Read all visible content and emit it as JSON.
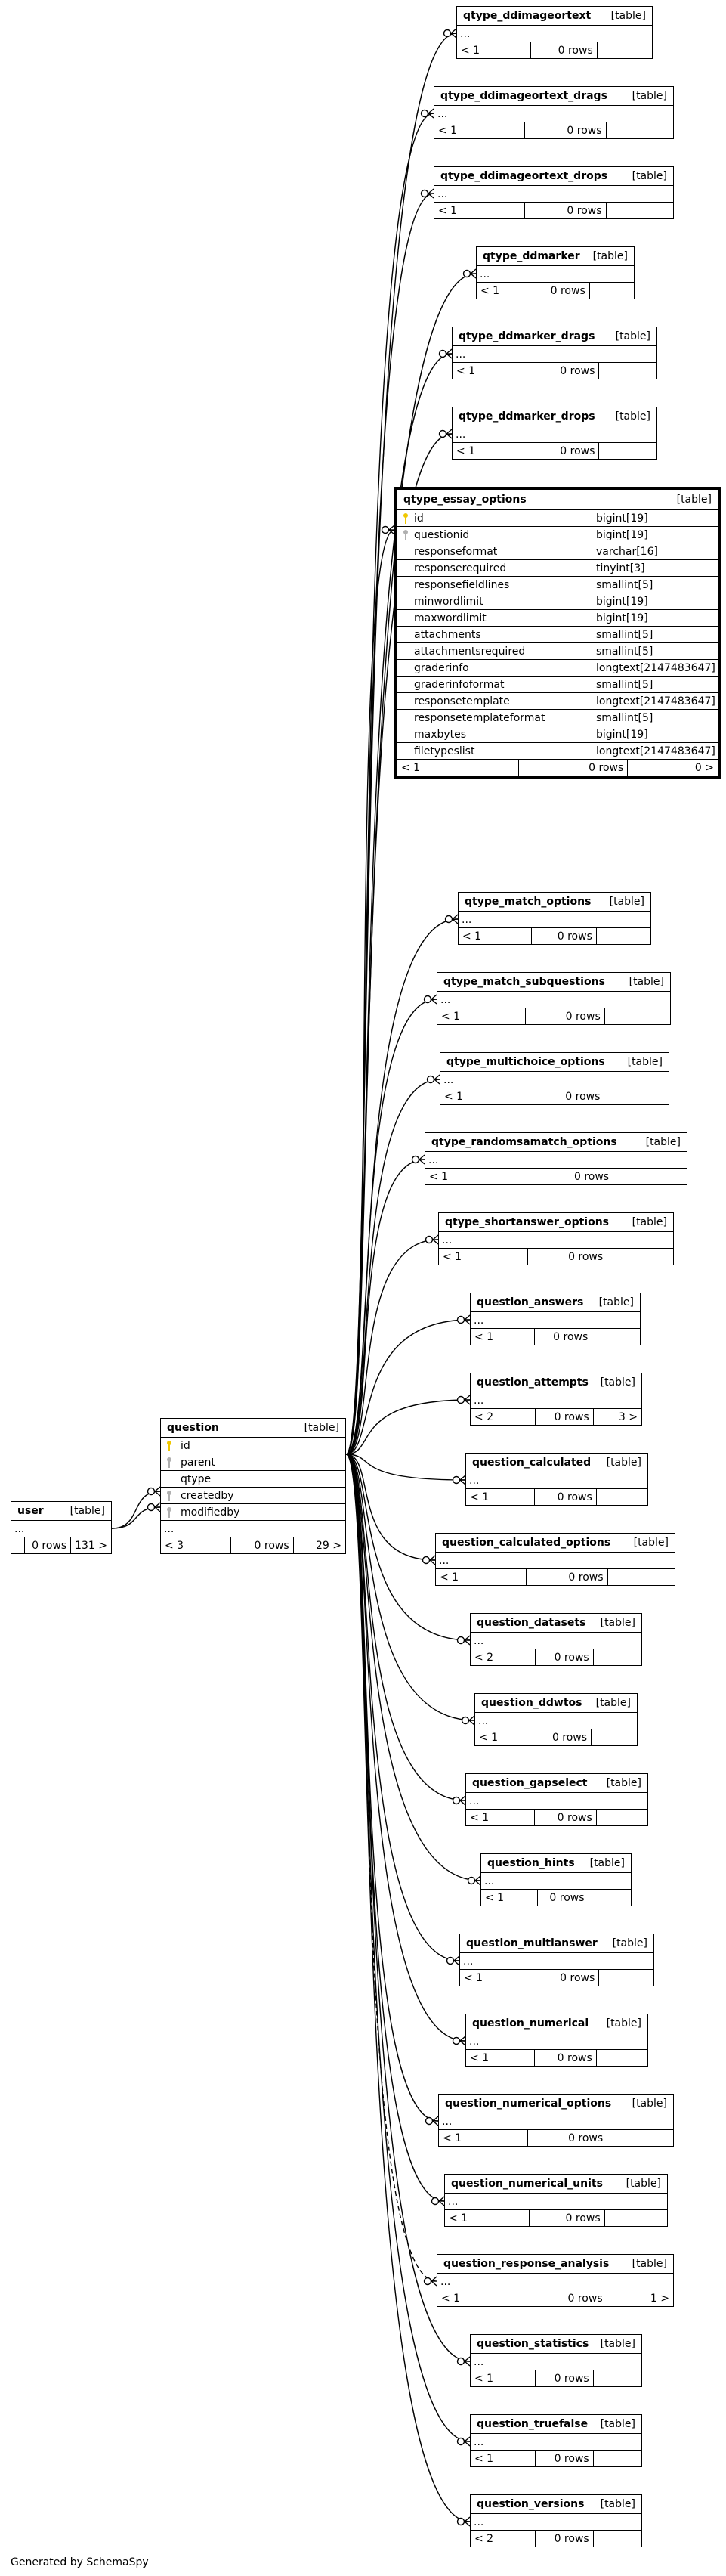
{
  "credit": "Generated by SchemaSpy",
  "type_label": "[table]",
  "ellipsis": "...",
  "user": {
    "name": "user",
    "counts": [
      "",
      "0 rows",
      "131 >"
    ]
  },
  "question": {
    "name": "question",
    "columns": [
      {
        "name": "id",
        "key": "pk"
      },
      {
        "name": "parent",
        "key": "fk"
      },
      {
        "name": "qtype",
        "key": ""
      },
      {
        "name": "createdby",
        "key": "fk"
      },
      {
        "name": "modifiedby",
        "key": "fk"
      }
    ],
    "counts": [
      "< 3",
      "0 rows",
      "29 >"
    ]
  },
  "essay": {
    "name": "qtype_essay_options",
    "columns": [
      {
        "name": "id",
        "type": "bigint[19]",
        "key": "pk"
      },
      {
        "name": "questionid",
        "type": "bigint[19]",
        "key": "fk"
      },
      {
        "name": "responseformat",
        "type": "varchar[16]",
        "key": ""
      },
      {
        "name": "responserequired",
        "type": "tinyint[3]",
        "key": ""
      },
      {
        "name": "responsefieldlines",
        "type": "smallint[5]",
        "key": ""
      },
      {
        "name": "minwordlimit",
        "type": "bigint[19]",
        "key": ""
      },
      {
        "name": "maxwordlimit",
        "type": "bigint[19]",
        "key": ""
      },
      {
        "name": "attachments",
        "type": "smallint[5]",
        "key": ""
      },
      {
        "name": "attachmentsrequired",
        "type": "smallint[5]",
        "key": ""
      },
      {
        "name": "graderinfo",
        "type": "longtext[2147483647]",
        "key": ""
      },
      {
        "name": "graderinfoformat",
        "type": "smallint[5]",
        "key": ""
      },
      {
        "name": "responsetemplate",
        "type": "longtext[2147483647]",
        "key": ""
      },
      {
        "name": "responsetemplateformat",
        "type": "smallint[5]",
        "key": ""
      },
      {
        "name": "maxbytes",
        "type": "bigint[19]",
        "key": ""
      },
      {
        "name": "filetypeslist",
        "type": "longtext[2147483647]",
        "key": ""
      }
    ],
    "counts": [
      "< 1",
      "0 rows",
      "0 >"
    ]
  },
  "children": [
    {
      "name": "qtype_ddimageortext",
      "counts": [
        "< 1",
        "0 rows",
        ""
      ]
    },
    {
      "name": "qtype_ddimageortext_drags",
      "counts": [
        "< 1",
        "0 rows",
        ""
      ]
    },
    {
      "name": "qtype_ddimageortext_drops",
      "counts": [
        "< 1",
        "0 rows",
        ""
      ]
    },
    {
      "name": "qtype_ddmarker",
      "counts": [
        "< 1",
        "0 rows",
        ""
      ]
    },
    {
      "name": "qtype_ddmarker_drags",
      "counts": [
        "< 1",
        "0 rows",
        ""
      ]
    },
    {
      "name": "qtype_ddmarker_drops",
      "counts": [
        "< 1",
        "0 rows",
        ""
      ]
    },
    {
      "name": "qtype_match_options",
      "counts": [
        "< 1",
        "0 rows",
        ""
      ]
    },
    {
      "name": "qtype_match_subquestions",
      "counts": [
        "< 1",
        "0 rows",
        ""
      ]
    },
    {
      "name": "qtype_multichoice_options",
      "counts": [
        "< 1",
        "0 rows",
        ""
      ]
    },
    {
      "name": "qtype_randomsamatch_options",
      "counts": [
        "< 1",
        "0 rows",
        ""
      ]
    },
    {
      "name": "qtype_shortanswer_options",
      "counts": [
        "< 1",
        "0 rows",
        ""
      ]
    },
    {
      "name": "question_answers",
      "counts": [
        "< 1",
        "0 rows",
        ""
      ]
    },
    {
      "name": "question_attempts",
      "counts": [
        "< 2",
        "0 rows",
        "3 >"
      ]
    },
    {
      "name": "question_calculated",
      "counts": [
        "< 1",
        "0 rows",
        ""
      ]
    },
    {
      "name": "question_calculated_options",
      "counts": [
        "< 1",
        "0 rows",
        ""
      ]
    },
    {
      "name": "question_datasets",
      "counts": [
        "< 2",
        "0 rows",
        ""
      ]
    },
    {
      "name": "question_ddwtos",
      "counts": [
        "< 1",
        "0 rows",
        ""
      ]
    },
    {
      "name": "question_gapselect",
      "counts": [
        "< 1",
        "0 rows",
        ""
      ]
    },
    {
      "name": "question_hints",
      "counts": [
        "< 1",
        "0 rows",
        ""
      ]
    },
    {
      "name": "question_multianswer",
      "counts": [
        "< 1",
        "0 rows",
        ""
      ]
    },
    {
      "name": "question_numerical",
      "counts": [
        "< 1",
        "0 rows",
        ""
      ]
    },
    {
      "name": "question_numerical_options",
      "counts": [
        "< 1",
        "0 rows",
        ""
      ]
    },
    {
      "name": "question_numerical_units",
      "counts": [
        "< 1",
        "0 rows",
        ""
      ]
    },
    {
      "name": "question_response_analysis",
      "counts": [
        "< 1",
        "0 rows",
        "1 >"
      ]
    },
    {
      "name": "question_statistics",
      "counts": [
        "< 1",
        "0 rows",
        ""
      ]
    },
    {
      "name": "question_truefalse",
      "counts": [
        "< 1",
        "0 rows",
        ""
      ]
    },
    {
      "name": "question_versions",
      "counts": [
        "< 2",
        "0 rows",
        ""
      ]
    }
  ]
}
